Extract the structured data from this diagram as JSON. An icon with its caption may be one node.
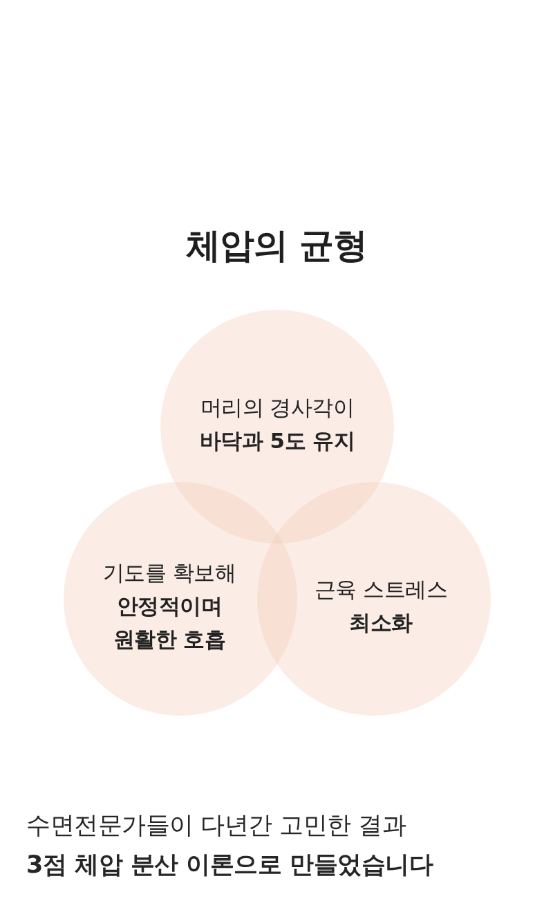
{
  "diagram": {
    "title": "체압의 균형",
    "nodes": [
      {
        "text": [
          "머리의 경사각이",
          "바닥과 5도 유지"
        ]
      },
      {
        "text": [
          "기도를 확보해",
          "안정적이며 원활한 호흡"
        ]
      },
      {
        "text": [
          "근육 스트레스",
          "최소화"
        ]
      }
    ],
    "labels": [
      "수면전문가들이 다년간 고민한 결과",
      "3점 체압 분산 이론으로 만들었습니다"
    ]
  }
}
